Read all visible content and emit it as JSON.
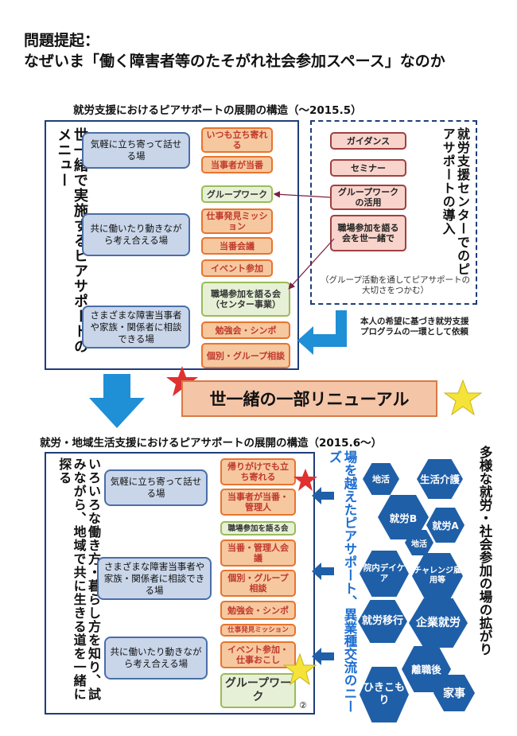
{
  "header": {
    "line1": "問題提起：",
    "line2": "なぜいま「働く障害者等のたそがれ社会参加スペース」なのか"
  },
  "section1": {
    "title": "就労支援におけるピアサポートの展開の構造（～2015.5）",
    "vertical_label": "世一緒で実施するピアサポートのメニュー",
    "blue_boxes": [
      "気軽に立ち寄って話せる場",
      "共に働いたり動きながら考え合える場",
      "さまざまな障害当事者や家族・関係者に相談できる場"
    ],
    "menu": [
      "いつも立ち寄れる",
      "当事者が当番",
      "グループワーク",
      "仕事発見ミッション",
      "当番会議",
      "イベント参加",
      "職場参加を語る会（センター事業）",
      "勉強会・シンポ",
      "個別・グループ相談"
    ],
    "center_label": "就労支援センターでのピアサポートの導入",
    "center_items": [
      "ガイダンス",
      "セミナー",
      "グループワークの活用",
      "職場参加を語る会を世一緒で"
    ],
    "center_note": "（グループ活動を通してピアサポートの大切さをつかむ）",
    "request_note": "本人の希望に基づき就労支援プログラムの一環として依頼"
  },
  "renewal_label": "世一緒の一部リニューアル",
  "section2": {
    "title": "就労・地域生活支援におけるピアサポートの展開の構造（2015.6～）",
    "vertical_label": "いろいろな働き方・暮らし方を知り、試みながら、地域で共に生きる道を一緒に探る",
    "blue_boxes": [
      "気軽に立ち寄って話せる場",
      "さまざまな障害当事者や家族・関係者に相談できる場",
      "共に働いたり動きながら考え合える場"
    ],
    "menu": [
      "帰りがけでも立ち寄れる",
      "当事者が当番・管理人",
      "職場参加を語る会",
      "当番・管理人会議",
      "個別・グループ相談",
      "勉強会・シンポ",
      "仕事発見ミッション",
      "イベント参加・仕事おこし",
      "グループワーク"
    ],
    "cross_label": "場を越えたピアサポート、異業種交流のニーズ",
    "page_mark": "②",
    "diverse_label": "多様な就労・社会参加の場の拡がり",
    "hexes": [
      "地活",
      "生活介護",
      "就労B",
      "就労A",
      "地活",
      "院内デイケア",
      "チャレンジ雇用等",
      "就労移行",
      "企業就労",
      "離職後",
      "ひきこもり",
      "家事"
    ]
  },
  "colors": {
    "navy": "#1f3d7a",
    "hex": "#1f5fa8",
    "arrow": "#1f8fd6",
    "star_red": "#e03030",
    "star_yellow": "#f5e33a"
  }
}
